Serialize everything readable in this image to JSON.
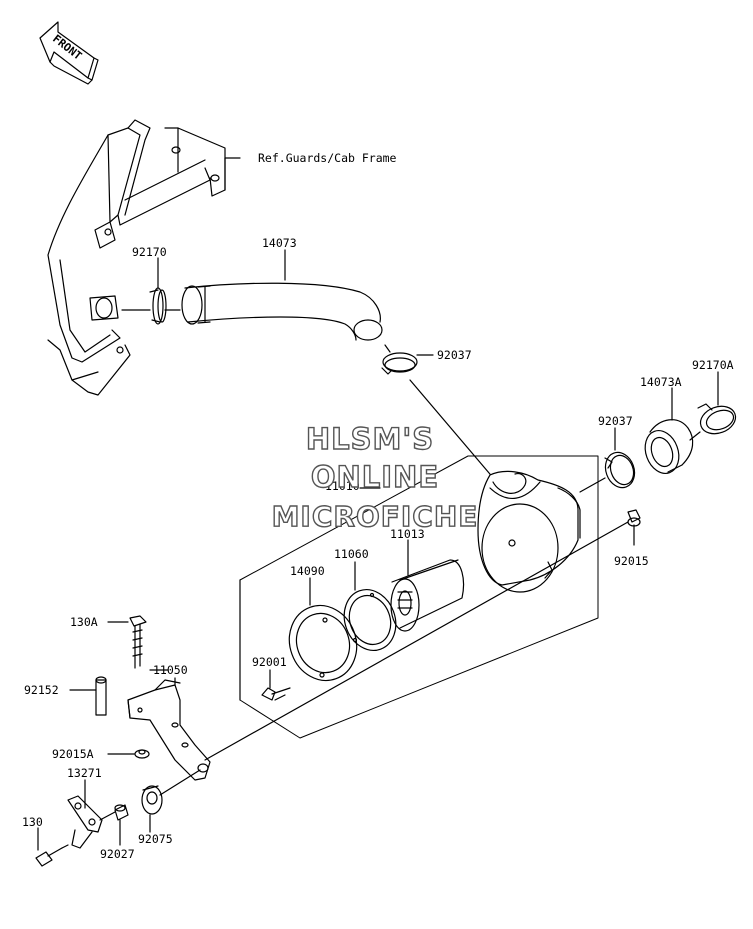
{
  "front_badge": "FRONT",
  "watermark": {
    "line1": "HLSM'S",
    "line2": "ONLINE",
    "line3": "MICROFICHE"
  },
  "labels": {
    "ref_guards": "Ref.Guards/Cab Frame",
    "p14073": "14073",
    "p92170": "92170",
    "p92037_top": "92037",
    "p92170A": "92170A",
    "p14073A": "14073A",
    "p92037_right": "92037",
    "p11010": "11010",
    "p11013": "11013",
    "p11060": "11060",
    "p14090": "14090",
    "p92015": "92015",
    "p92001": "92001",
    "p130A": "130A",
    "p11050": "11050",
    "p92152": "92152",
    "p92015A": "92015A",
    "p13271": "13271",
    "p130": "130",
    "p92027": "92027",
    "p92075": "92075"
  }
}
